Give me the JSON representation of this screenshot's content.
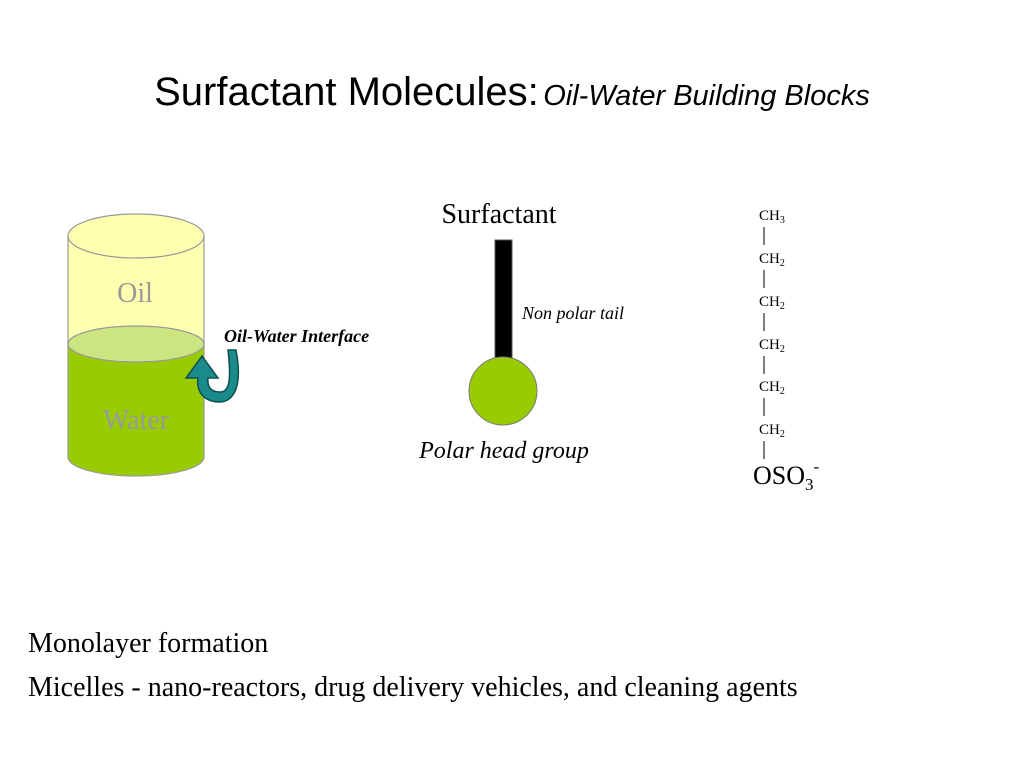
{
  "title": {
    "main": "Surfactant Molecules:",
    "subtitle": "Oil-Water Building Blocks"
  },
  "container": {
    "oil_label": "Oil",
    "water_label": "Water",
    "interface_label": "Oil-Water Interface",
    "colors": {
      "oil": "#ffffb0",
      "water": "#99cc00",
      "interface": "#cce580",
      "arrow": "#1a8a8a"
    }
  },
  "surfactant": {
    "title": "Surfactant",
    "tail_label": "Non polar tail",
    "head_label": "Polar head group",
    "colors": {
      "tail": "#000000",
      "head": "#99cc00"
    }
  },
  "chain": {
    "groups": [
      {
        "base": "CH",
        "sub": "3"
      },
      {
        "base": "CH",
        "sub": "2"
      },
      {
        "base": "CH",
        "sub": "2"
      },
      {
        "base": "CH",
        "sub": "2"
      },
      {
        "base": "CH",
        "sub": "2"
      },
      {
        "base": "CH",
        "sub": "2"
      }
    ],
    "terminal": {
      "base": "OSO",
      "sub": "3",
      "sup": "-"
    }
  },
  "bottom_text": {
    "line1": "Monolayer formation",
    "line2": "Micelles - nano-reactors, drug delivery vehicles, and cleaning agents"
  }
}
